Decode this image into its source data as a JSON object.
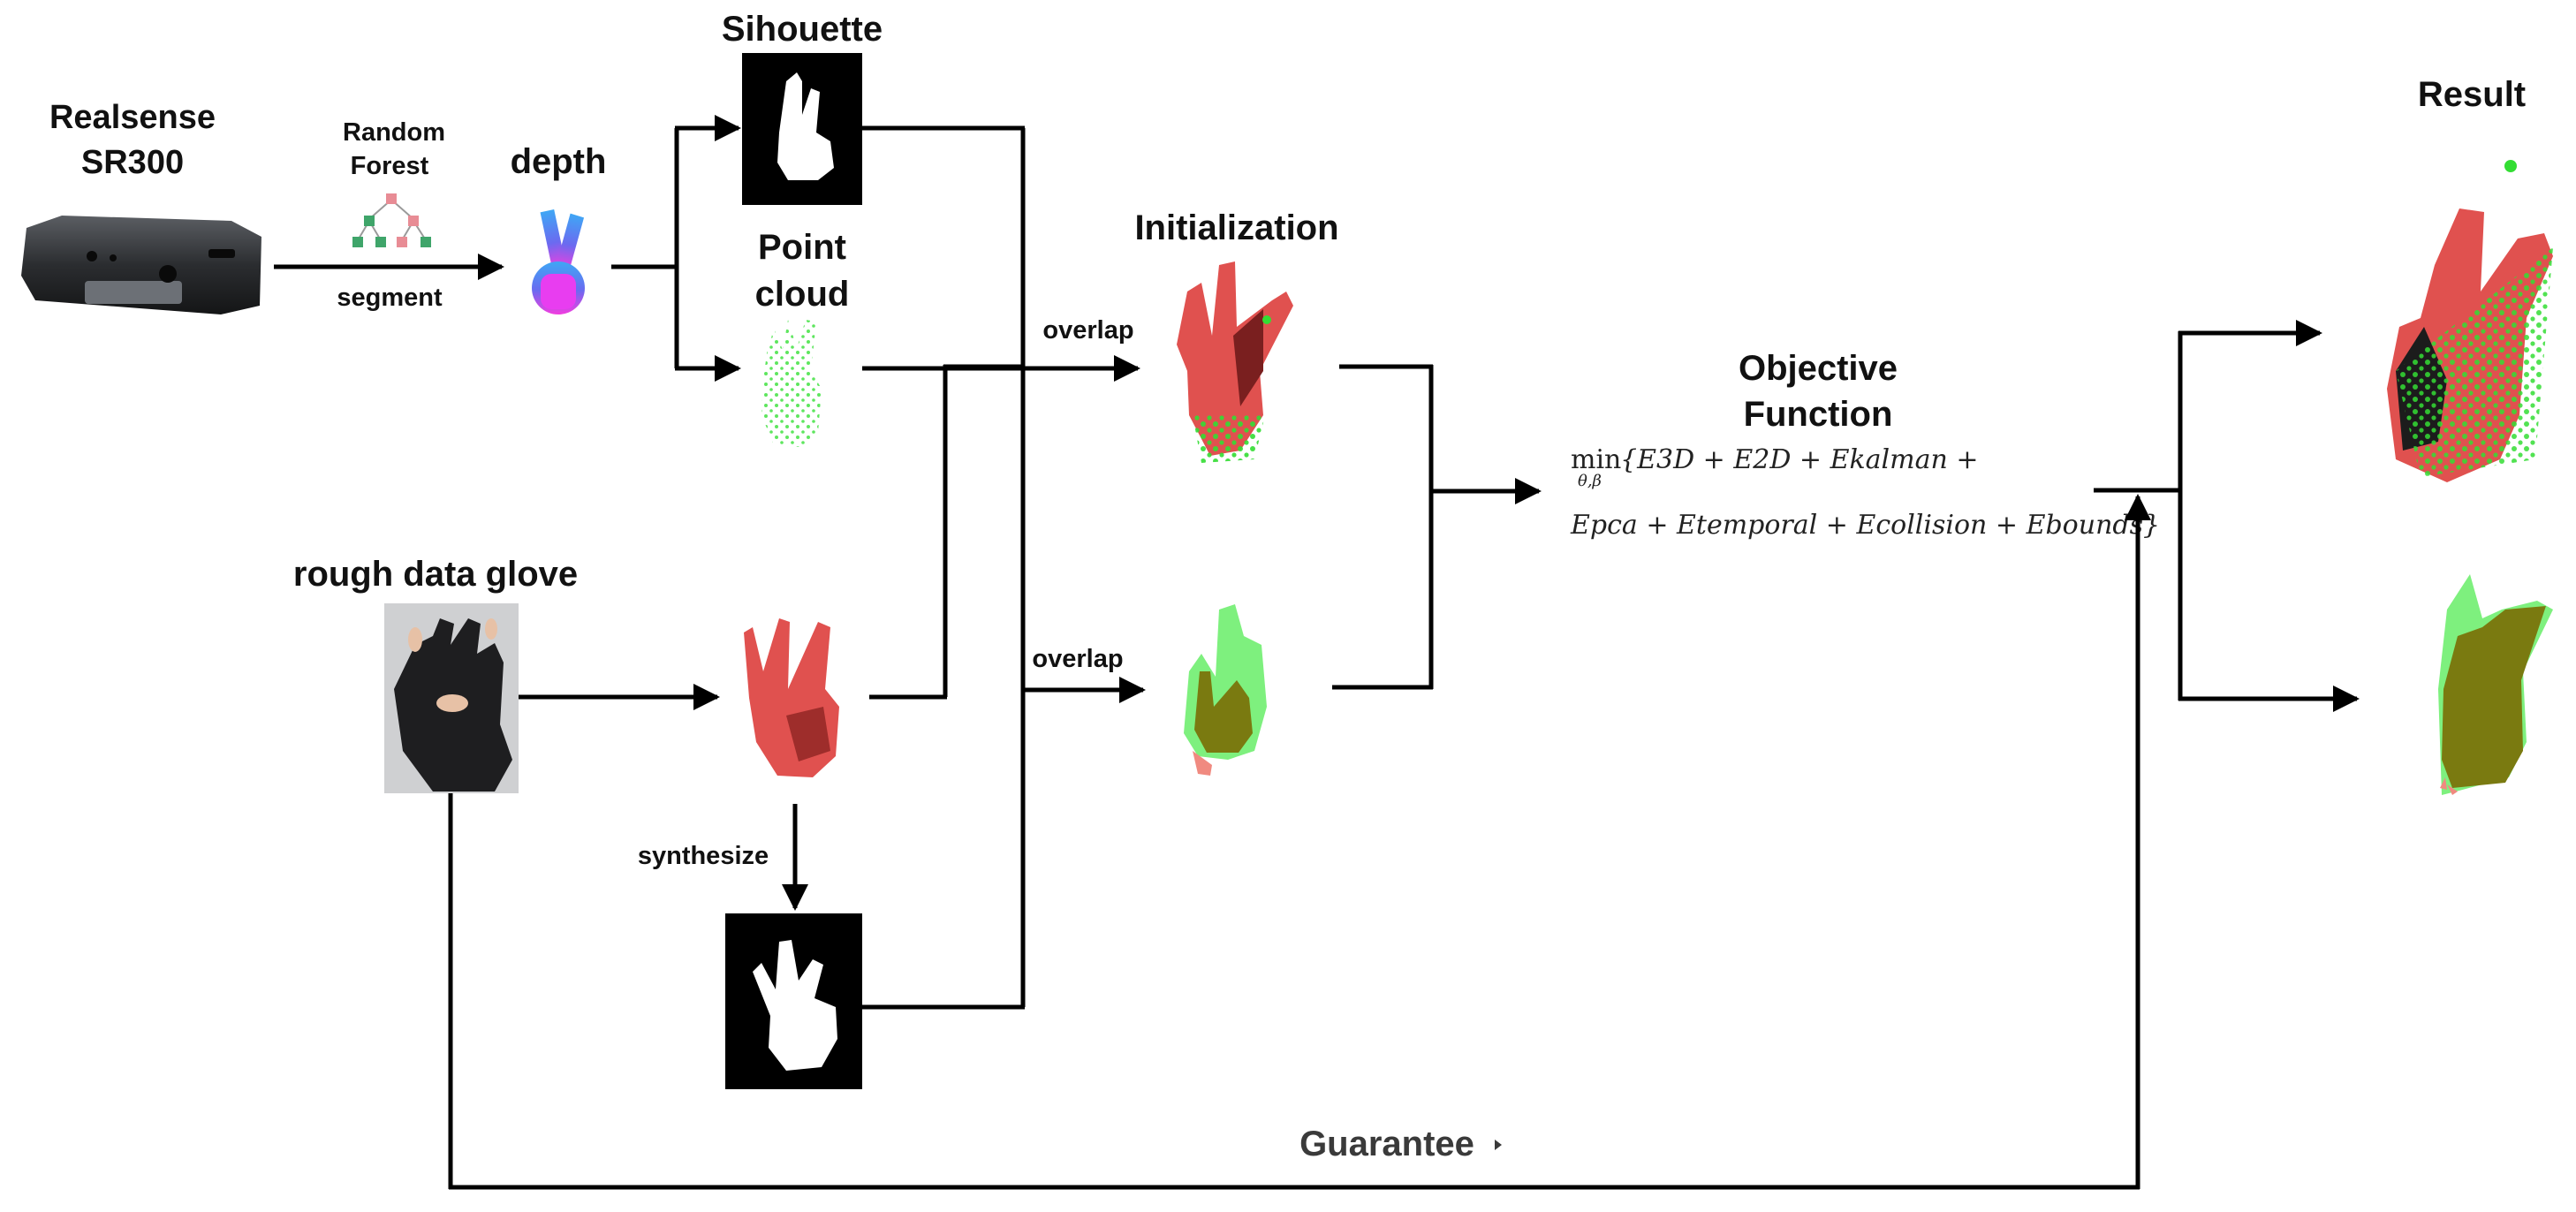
{
  "labels": {
    "camera_title_1": "Realsense",
    "camera_title_2": "SR300",
    "random_forest_1": "Random",
    "random_forest_2": "Forest",
    "segment": "segment",
    "depth": "depth",
    "silhouette": "Sihouette",
    "point_cloud_1": "Point",
    "point_cloud_2": "cloud",
    "initialization": "Initialization",
    "overlap_top": "overlap",
    "overlap_bottom": "overlap",
    "glove": "rough data glove",
    "synthesize": "synthesize",
    "objective_1": "Objective",
    "objective_2": "Function",
    "result": "Result",
    "guarantee": "Guarantee"
  },
  "formula": {
    "min": "min",
    "min_sub": "θ,β",
    "line1": "{E3D + E2D + Ekalman +",
    "line2": "Epca + Etemporal + Ecollision + Ebounds}"
  },
  "colors": {
    "arrow": "#000000",
    "hand_red": "#e0514f",
    "hand_dark": "#7a1f1f",
    "point_green": "#33dd33",
    "overlay_olive": "#7a7a10",
    "overlay_green": "#7ef07e",
    "silhouette_bg": "#000000",
    "silhouette_fg": "#ffffff",
    "depth_blue": "#3e7bf0",
    "depth_magenta": "#e83df0",
    "tree_red": "#e88c95",
    "tree_green": "#3fa56a"
  }
}
